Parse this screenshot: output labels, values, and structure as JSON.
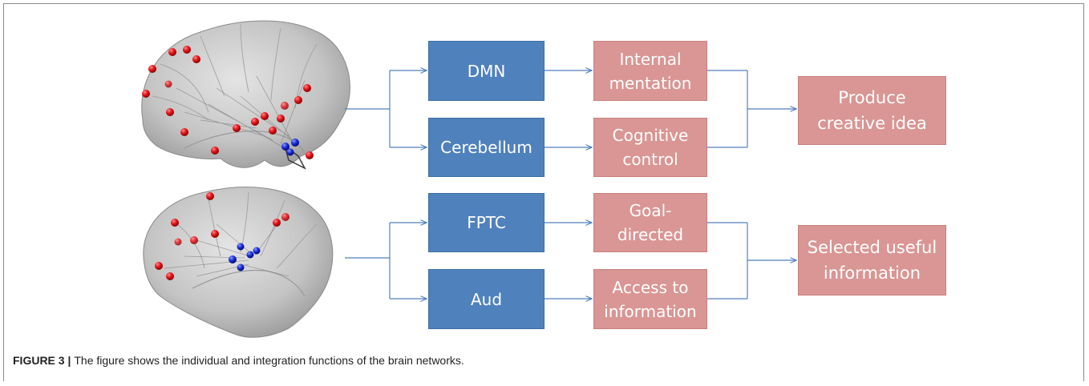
{
  "networks": {
    "dmn": "DMN",
    "cerebellum": "Cerebellum",
    "fptc": "FPTC",
    "aud": "Aud"
  },
  "functions": {
    "internal_mentation": "Internal\nmentation",
    "cognitive_control": "Cognitive\ncontrol",
    "goal_directed": "Goal-\ndirected",
    "access_to_information": "Access to\ninformation"
  },
  "outcomes": {
    "produce_creative_idea": "Produce\ncreative idea",
    "selected_useful_information": "Selected useful\ninformation"
  },
  "caption": {
    "label": "FIGURE 3 |",
    "text": "The figure shows the individual and integration functions of the brain networks."
  },
  "colors": {
    "network_box": "#4f81bd",
    "function_box": "#d99694",
    "connector": "#4f81bd",
    "node_red": "#e8141a",
    "node_blue": "#1a2fd8",
    "brain_gray": "#b8b8b8"
  }
}
